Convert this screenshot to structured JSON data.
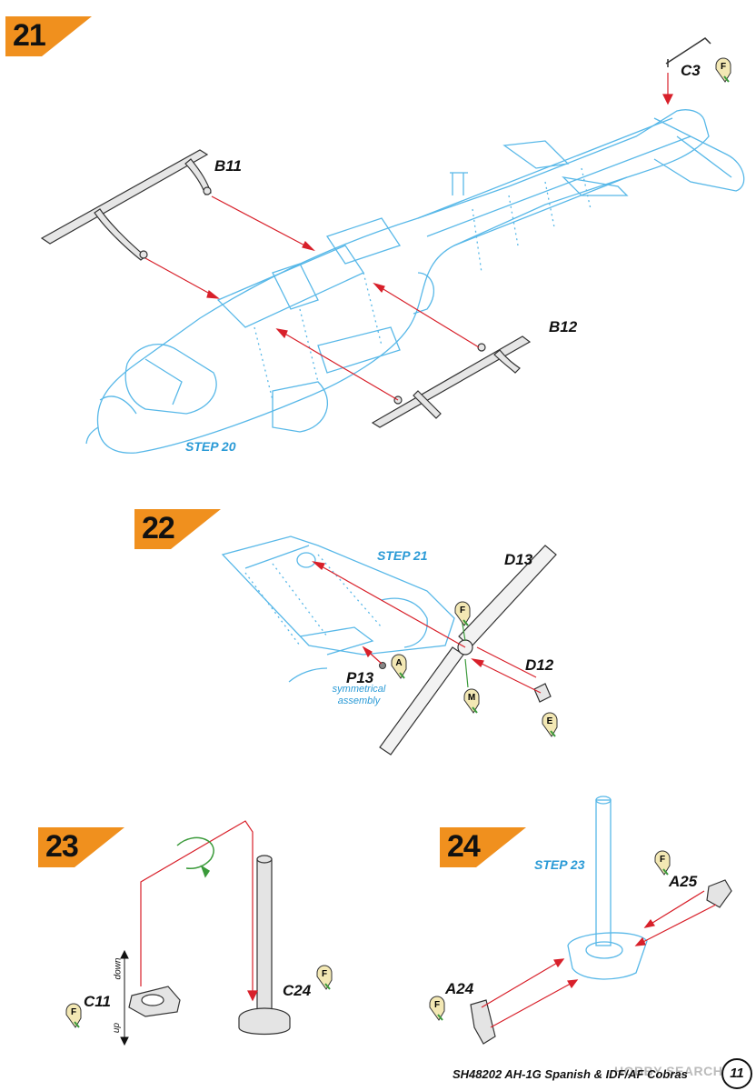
{
  "steps": [
    {
      "number": "21"
    },
    {
      "number": "22"
    },
    {
      "number": "23"
    },
    {
      "number": "24"
    }
  ],
  "parts": {
    "c3": "C3",
    "b11": "B11",
    "b12": "B12",
    "d13": "D13",
    "d12": "D12",
    "p13": "P13",
    "c11": "C11",
    "c24": "C24",
    "a25": "A25",
    "a24": "A24"
  },
  "refs": {
    "step20": "STEP 20",
    "step21": "STEP 21",
    "step23": "STEP 23"
  },
  "notes": {
    "symmetrical": "symmetrical assembly",
    "down": "down",
    "up": "up"
  },
  "sprues": [
    "F",
    "F",
    "A",
    "M",
    "E",
    "F",
    "F",
    "F",
    "F"
  ],
  "footer": {
    "title": "SH48202 AH-1G Spanish & IDF/AF Cobras",
    "page": "11",
    "watermark": "HOBBY SEARCH"
  },
  "colors": {
    "badge": "#f0901e",
    "outline_blue": "#58b8e8",
    "arrow_red": "#d8202a",
    "ref_blue": "#2a9ad6",
    "sprue_fill": "#f3e8b4",
    "sprue_green": "#3a9a3a"
  }
}
